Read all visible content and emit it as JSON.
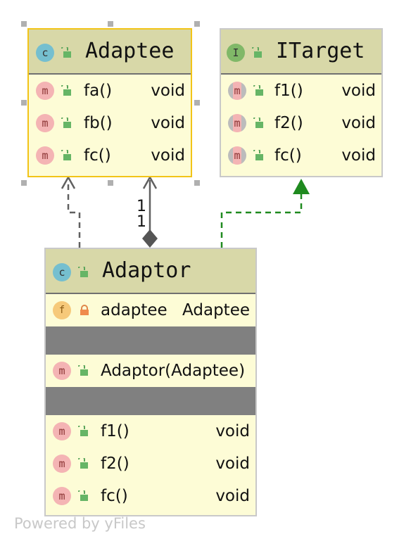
{
  "adaptee": {
    "name": "Adaptee",
    "badge": "c",
    "methods": [
      {
        "name": "fa()",
        "type": "void"
      },
      {
        "name": "fb()",
        "type": "void"
      },
      {
        "name": "fc()",
        "type": "void"
      }
    ]
  },
  "itarget": {
    "name": "ITarget",
    "badge": "I",
    "methods": [
      {
        "name": "f1()",
        "type": "void"
      },
      {
        "name": "f2()",
        "type": "void"
      },
      {
        "name": "fc()",
        "type": "void"
      }
    ]
  },
  "adaptor": {
    "name": "Adaptor",
    "badge": "c",
    "fields": [
      {
        "badge": "f",
        "name": "adaptee",
        "type": "Adaptee"
      }
    ],
    "constructors": [
      {
        "badge": "m",
        "name": "Adaptor(Adaptee)"
      }
    ],
    "methods": [
      {
        "name": "f1()",
        "type": "void"
      },
      {
        "name": "f2()",
        "type": "void"
      },
      {
        "name": "fc()",
        "type": "void"
      }
    ]
  },
  "edges": {
    "association_mult_source": "1",
    "association_mult_target": "1"
  },
  "badges": {
    "method": "m",
    "field": "f"
  },
  "colors": {
    "class_fill": "#fdfcd6",
    "header_fill": "#d8d8a8",
    "selected_border": "#f2c418",
    "implements_edge": "#1f8a1f",
    "dependency_edge": "#606060"
  },
  "watermark": "Powered by yFiles"
}
